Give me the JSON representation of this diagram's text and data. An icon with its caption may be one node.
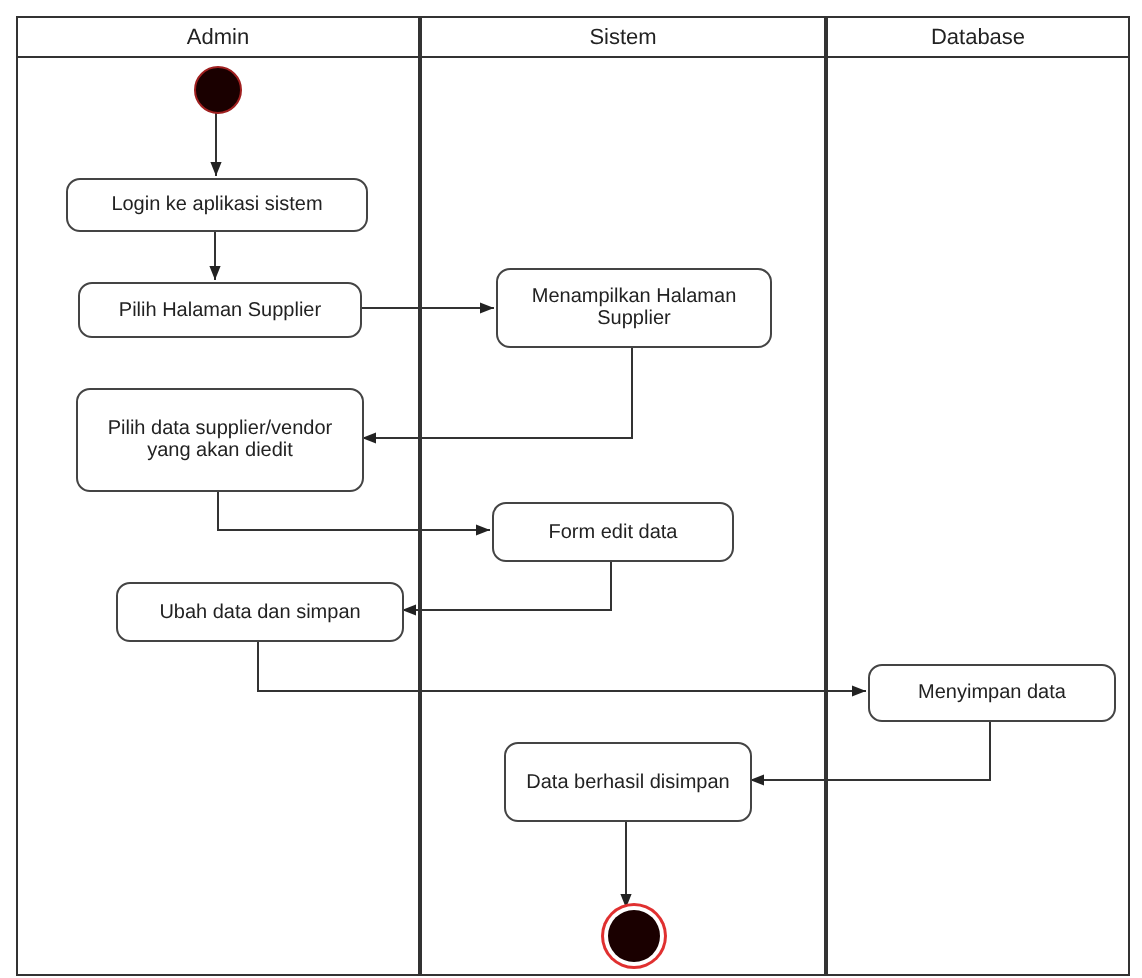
{
  "diagram": {
    "nodes": [
      {
        "text": [
          "Admin"
        ]
      },
      {
        "text": [
          "Sistem"
        ]
      },
      {
        "text": [
          "Database"
        ]
      },
      {
        "text": [],
        "shape": "circle",
        "in": 0
      },
      {
        "text": [
          "Login ke aplikasi sistem"
        ],
        "in": 0
      },
      {
        "text": [
          "Pilih Halaman Supplier"
        ],
        "in": 0
      },
      {
        "text": [
          "Menampilkan Halaman Supplier"
        ],
        "in": 1
      },
      {
        "text": [
          "Pilih data supplier/vendor yang akan diedit"
        ],
        "in": 0
      },
      {
        "text": [
          "Form edit data"
        ],
        "in": 1
      },
      {
        "text": [
          "Ubah data dan simpan"
        ],
        "in": 0
      },
      {
        "text": [
          "Menyimpan data"
        ],
        "in": 2
      },
      {
        "text": [
          "Data berhasil disimpan"
        ],
        "in": 1
      },
      {
        "text": [],
        "shape": "circle",
        "in": 1
      }
    ],
    "edges": [
      {
        "from": 3,
        "to": 4,
        "arrow": "to"
      },
      {
        "from": 4,
        "to": 5,
        "arrow": "to"
      },
      {
        "from": 5,
        "to": 6,
        "arrow": "to"
      },
      {
        "from": 6,
        "to": 7,
        "arrow": "to"
      },
      {
        "from": 7,
        "to": 8,
        "arrow": "to"
      },
      {
        "from": 8,
        "to": 9,
        "arrow": "to"
      },
      {
        "from": 9,
        "to": 10,
        "arrow": "to"
      },
      {
        "from": 10,
        "to": 11,
        "arrow": "to"
      },
      {
        "from": 11,
        "to": 12,
        "arrow": "to"
      }
    ]
  }
}
